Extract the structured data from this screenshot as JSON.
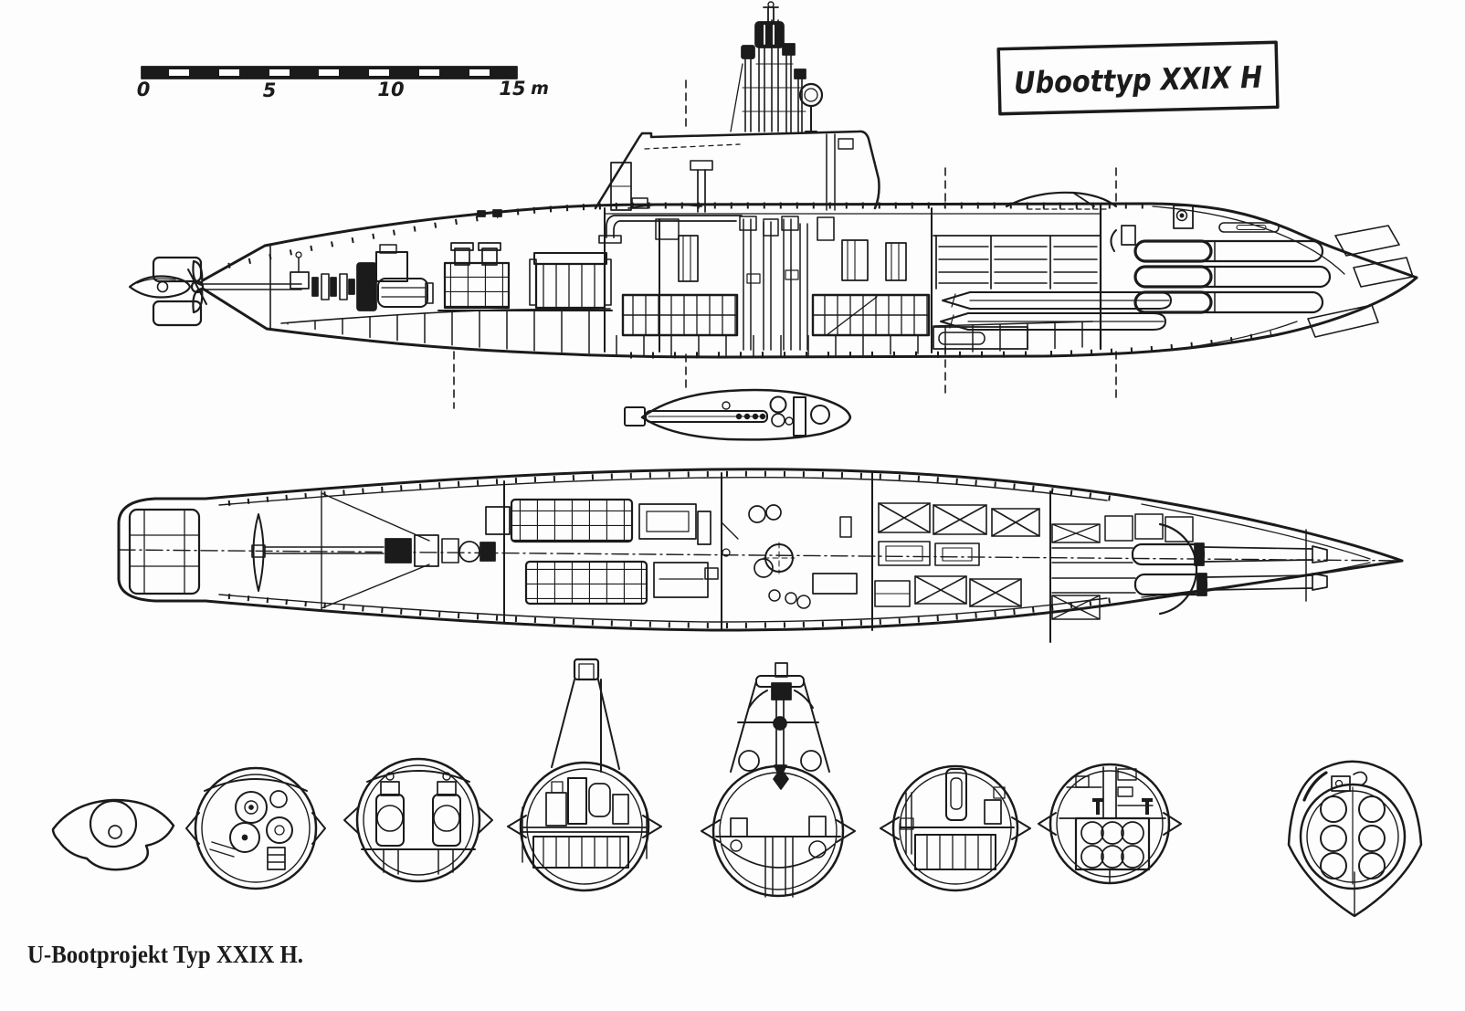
{
  "title_box": {
    "title": "Uboottyp XXIX H"
  },
  "scale_bar": {
    "tick_labels": [
      "0",
      "5",
      "10",
      "15"
    ],
    "unit": "m"
  },
  "caption": "U-Bootprojekt Typ XXIX H.",
  "colors": {
    "ink": "#1b1b1b",
    "paper": "#fdfdfd"
  }
}
